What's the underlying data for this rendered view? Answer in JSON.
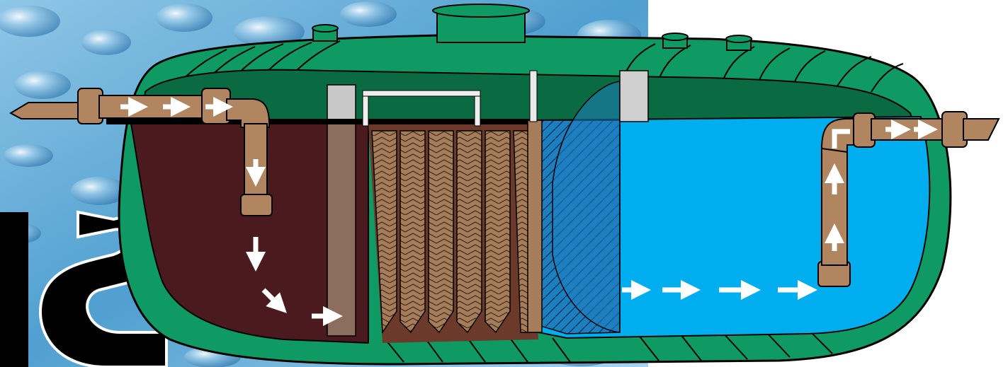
{
  "figure": {
    "subject": "septic-tank-cutaway",
    "background_logo_letters": "ms",
    "colors": {
      "tank_green": "#0e9a62",
      "tank_green_dark": "#0a6b43",
      "sludge": "#4a1a1f",
      "media_brown": "#a67d5a",
      "pipe_brown": "#b08560",
      "clear_water": "#00aeef",
      "filter_blue": "#1e7fbf",
      "flow_arrow": "#ffffff",
      "sky_water": "#6fb4dc"
    },
    "chambers": [
      {
        "id": "primary-settling",
        "fill": "sludge"
      },
      {
        "id": "media-filter",
        "fill": "media_brown"
      },
      {
        "id": "clarifier",
        "fill": "clear_water"
      }
    ],
    "flow": {
      "direction": "left-to-right",
      "arrow_icon": "arrow-right-icon"
    }
  }
}
